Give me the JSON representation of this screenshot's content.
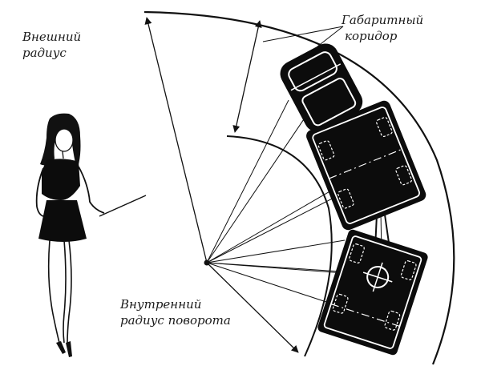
{
  "labels": {
    "outer_radius": [
      "Внешний",
      "радиус"
    ],
    "corridor": [
      "Габаритный",
      "коридор"
    ],
    "inner_radius": [
      "Внутренний",
      "радиус поворота"
    ]
  },
  "colors": {
    "ink": "#111111",
    "fill": "#0c0c0c",
    "paper": "#ffffff"
  }
}
